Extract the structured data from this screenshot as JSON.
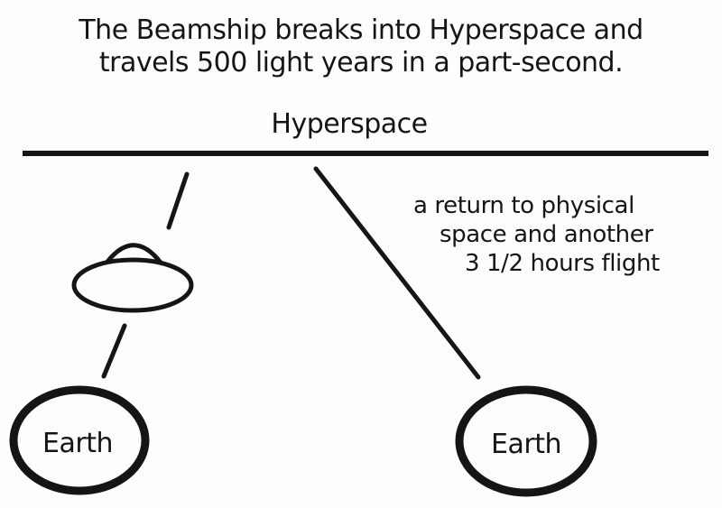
{
  "colors": {
    "ink": "#151515",
    "background": "#fdfdfd"
  },
  "title": {
    "line1": "The Beamship breaks into Hyperspace and",
    "line2": "travels 500 light years in a part-second."
  },
  "hyperspace": {
    "label": "Hyperspace"
  },
  "annotation": {
    "line1": "a return to physical",
    "line2": "space and another",
    "line3": "3 1/2 hours flight"
  },
  "earth_left": {
    "label": "Earth"
  },
  "earth_right": {
    "label": "Earth"
  },
  "icons": {
    "beamship": "beamship-icon"
  }
}
